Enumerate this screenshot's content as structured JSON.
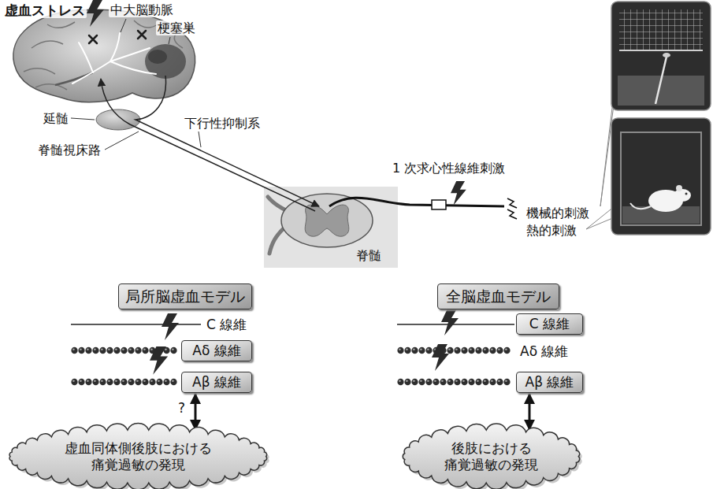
{
  "diagram": {
    "nodes": [
      {
        "text": [
          "局所脳虚血モデル"
        ]
      },
      {
        "text": [
          "Aδ 線維"
        ]
      },
      {
        "text": [
          "Aβ 線維"
        ]
      },
      {
        "text": [
          "虚血同体側後肢における 痛覚過敏の発現"
        ]
      },
      {
        "text": [
          "全脳虚血モデル"
        ]
      },
      {
        "text": [
          "C 線維"
        ]
      },
      {
        "text": [
          "Aβ 線維"
        ]
      },
      {
        "text": [
          "後肢における 痛覚過敏の発現"
        ]
      }
    ],
    "edges": [
      {
        "from": 2,
        "to": 3,
        "arrow": "both"
      },
      {
        "from": 6,
        "to": 7,
        "arrow": "both"
      }
    ],
    "labels": [
      "虚血ストレス",
      "中大脳動脈",
      "梗塞巣",
      "延髄",
      "下行性抑制系",
      "脊髄視床路",
      "1 次求心性線維刺激",
      "機械的刺激",
      "熱的刺激",
      "脊髄",
      "C 線維",
      "?",
      "Aδ 線維"
    ]
  }
}
